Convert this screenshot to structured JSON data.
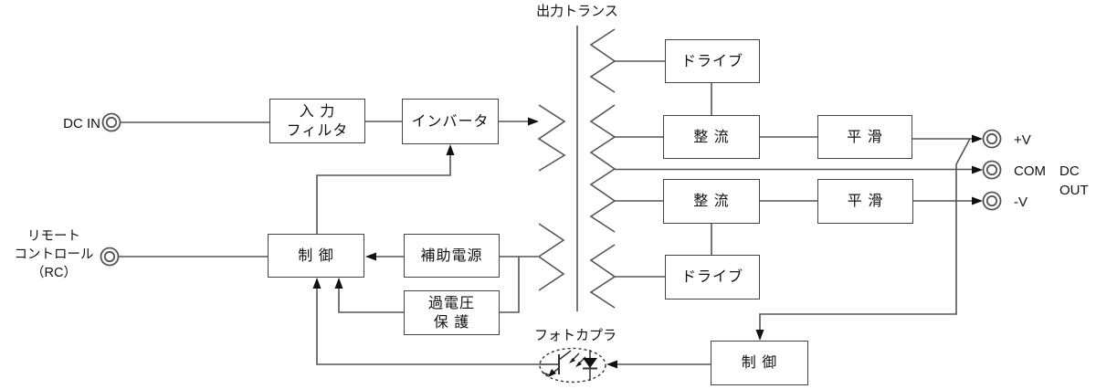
{
  "colors": {
    "background": "#ffffff",
    "line": "#555555",
    "box_border": "#444444",
    "text": "#111111",
    "arrow": "#111111"
  },
  "labels": {
    "transformer": "出力トランス",
    "photocoupler": "フォトカプラ",
    "dc_in": "DC IN",
    "remote_line1": "リモート",
    "remote_line2": "コントロール",
    "remote_line3": "（RC）",
    "out_plus": "+V",
    "out_com": "COM",
    "out_minus": "-V",
    "dc_out_line1": "DC",
    "dc_out_line2": "OUT"
  },
  "blocks": {
    "input_filter_line1": "入 力",
    "input_filter_line2": "フィルタ",
    "inverter": "インバータ",
    "drive_top": "ドライブ",
    "rectifier_top": "整 流",
    "smoothing_top": "平 滑",
    "rectifier_bottom": "整 流",
    "smoothing_bottom": "平 滑",
    "control_left": "制 御",
    "aux_power": "補助電源",
    "ovp_line1": "過電圧",
    "ovp_line2": "保 護",
    "drive_bottom": "ドライブ",
    "control_right": "制 御"
  }
}
